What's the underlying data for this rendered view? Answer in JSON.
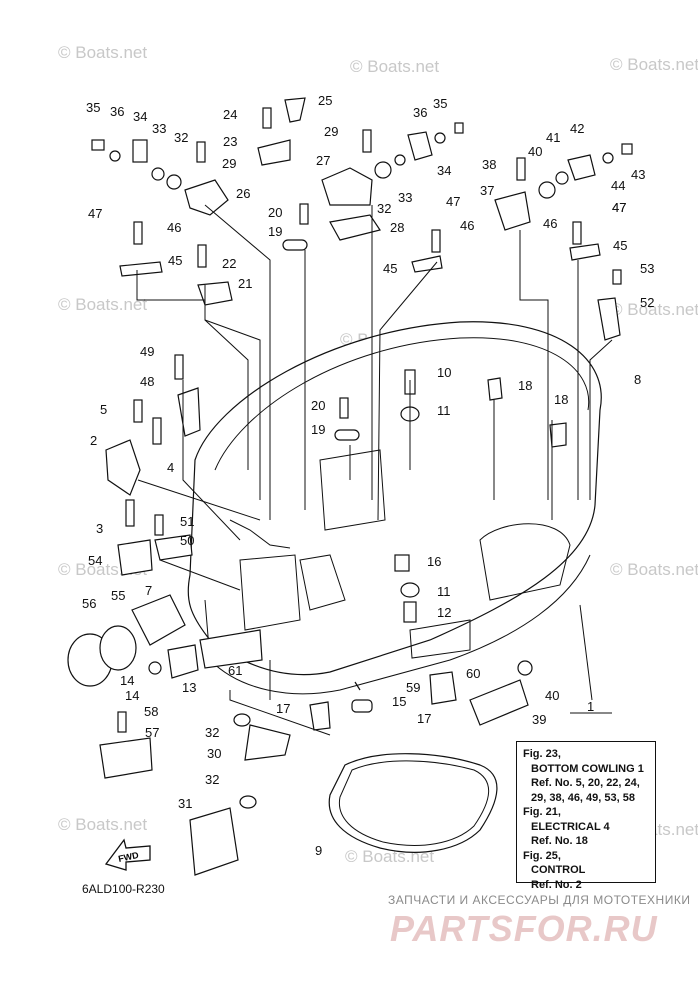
{
  "drawing_code": "6ALD100-R230",
  "fwd_label": "FWD",
  "watermark": "© Boats.net",
  "footer": {
    "line1": "ЗАПЧАСТИ И АКСЕССУАРЫ ДЛЯ МОТОТЕХНИКИ",
    "logo": "PARTSFOR.RU"
  },
  "reference_box": [
    "Fig. 23,",
    "BOTTOM COWLING 1",
    "Ref. No. 5, 20, 22, 24,",
    "29, 38, 46, 49, 53, 58",
    "Fig. 21,",
    "ELECTRICAL 4",
    "Ref. No. 18",
    "Fig. 25,",
    "CONTROL",
    "Ref. No. 2"
  ],
  "callouts": [
    "35",
    "36",
    "34",
    "33",
    "32",
    "29",
    "24",
    "25",
    "23",
    "26",
    "27",
    "29",
    "32",
    "33",
    "36",
    "35",
    "34",
    "38",
    "40",
    "41",
    "42",
    "43",
    "44",
    "47",
    "37",
    "46",
    "47",
    "45",
    "53",
    "52",
    "47",
    "46",
    "20",
    "19",
    "28",
    "47",
    "46",
    "45",
    "45",
    "22",
    "21",
    "49",
    "48",
    "5",
    "2",
    "4",
    "10",
    "11",
    "20",
    "19",
    "18",
    "18",
    "8",
    "3",
    "51",
    "50",
    "54",
    "7",
    "56",
    "55",
    "14",
    "14",
    "13",
    "61",
    "16",
    "11",
    "12",
    "59",
    "60",
    "40",
    "15",
    "17",
    "17",
    "39",
    "1",
    "58",
    "57",
    "32",
    "30",
    "32",
    "31",
    "9"
  ]
}
